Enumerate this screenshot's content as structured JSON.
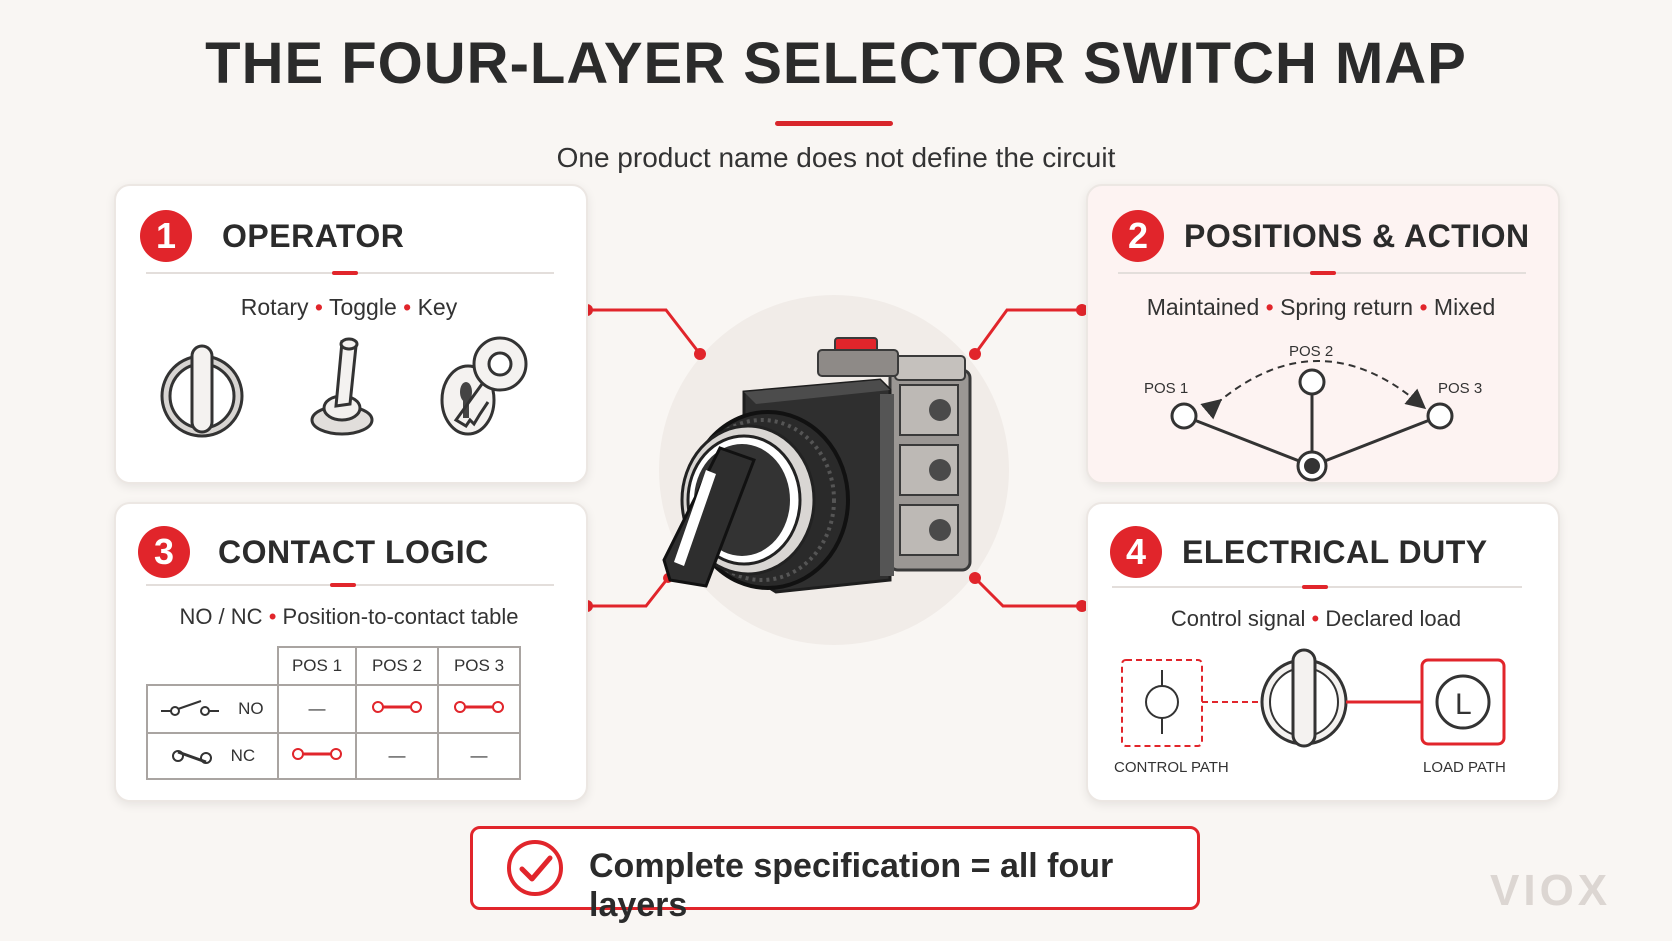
{
  "title": "THE FOUR-LAYER SELECTOR SWITCH MAP",
  "subtitle": "One product name does not define the circuit",
  "colors": {
    "accent": "#e1252b",
    "background": "#f9f6f3",
    "card": "#ffffff",
    "card_pink": "#fdf3f2"
  },
  "cards": {
    "operator": {
      "number": "1",
      "title": "OPERATOR",
      "options": [
        "Rotary",
        "Toggle",
        "Key"
      ],
      "icons": [
        "rotary-knob-icon",
        "toggle-switch-icon",
        "key-icon"
      ]
    },
    "positions": {
      "number": "2",
      "title": "POSITIONS & ACTION",
      "options": [
        "Maintained",
        "Spring return",
        "Mixed"
      ],
      "labels": [
        "POS 1",
        "POS 2",
        "POS 3"
      ]
    },
    "contact": {
      "number": "3",
      "title": "CONTACT LOGIC",
      "options": [
        "NO / NC",
        "Position-to-contact table"
      ],
      "table": {
        "headers": [
          "POS 1",
          "POS 2",
          "POS 3"
        ],
        "rows": [
          {
            "label": "NO",
            "cells": [
              "—",
              "closed",
              "closed"
            ]
          },
          {
            "label": "NC",
            "cells": [
              "closed",
              "—",
              "—"
            ]
          }
        ]
      }
    },
    "electrical": {
      "number": "4",
      "title": "ELECTRICAL DUTY",
      "options": [
        "Control signal",
        "Declared load"
      ],
      "control_path_label": "CONTROL PATH",
      "load_path_label": "LOAD PATH",
      "load_symbol": "L"
    }
  },
  "footer": {
    "text": "Complete specification = all four layers",
    "icon": "check-circle-icon"
  },
  "brand": "VIOX"
}
